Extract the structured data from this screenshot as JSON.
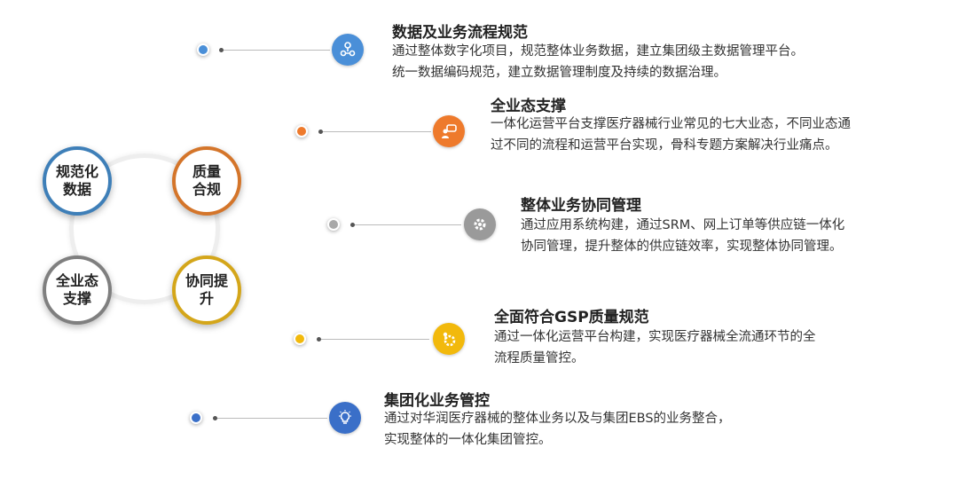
{
  "cycle": {
    "nodes": [
      {
        "label": "规范化\n数据",
        "color": "#3e7fb8"
      },
      {
        "label": "质量\n合规",
        "color": "#d4752a"
      },
      {
        "label": "全业态\n支撑",
        "color": "#7f7f7f"
      },
      {
        "label": "协同提\n升",
        "color": "#d4a61a"
      }
    ]
  },
  "items": [
    {
      "title": "数据及业务流程规范",
      "desc": "通过整体数字化项目，规范整体业务数据，建立集团级主数据管理平台。\n统一数据编码规范，建立数据管理制度及持续的数据治理。",
      "color": "#4a8fd8",
      "dot_color": "#4a8fd8",
      "icon": "data-flow-icon"
    },
    {
      "title": "全业态支撑",
      "desc": "一体化运营平台支撑医疗器械行业常见的七大业态，不同业态通\n过不同的流程和运营平台实现，骨科专题方案解决行业痛点。",
      "color": "#ee7a2c",
      "dot_color": "#ee7a2c",
      "icon": "chat-person-icon"
    },
    {
      "title": "整体业务协同管理",
      "desc": "通过应用系统构建，通过SRM、网上订单等供应链一体化\n协同管理，提升整体的供应链效率，实现整体协同管理。",
      "color": "#9a9a9a",
      "dot_color": "#a8a8a8",
      "icon": "gear-icon"
    },
    {
      "title": "全面符合GSP质量规范",
      "desc": "通过一体化运营平台构建，实现医疗器械全流通环节的全\n流程质量管控。",
      "color": "#f2b90c",
      "dot_color": "#f2b90c",
      "icon": "quality-gear-icon"
    },
    {
      "title": "集团化业务管控",
      "desc": "通过对华润医疗器械的整体业务以及与集团EBS的业务整合，\n实现整体的一体化集团管控。",
      "color": "#3a6fc8",
      "dot_color": "#3a6fc8",
      "icon": "lightbulb-icon"
    }
  ]
}
